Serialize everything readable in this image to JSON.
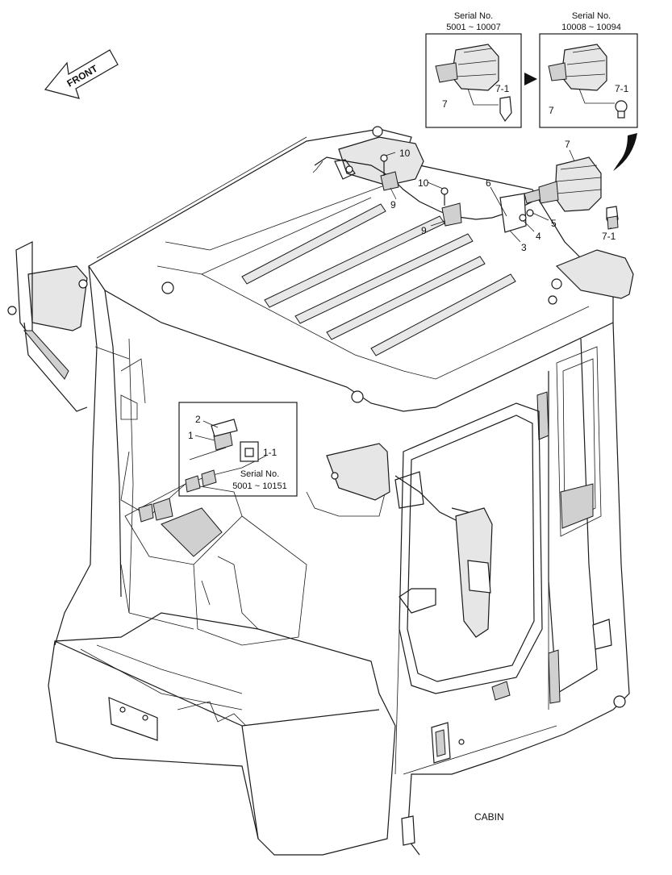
{
  "front_arrow": {
    "text": "FRONT"
  },
  "insets": {
    "left_lamp": {
      "serial_title": "Serial No.",
      "serial_range": "5001 ~ 10007",
      "label_lamp": "7",
      "label_bulb": "7-1"
    },
    "right_lamp": {
      "serial_title": "Serial No.",
      "serial_range": "10008 ~ 10094",
      "label_lamp": "7",
      "label_bulb": "7-1"
    },
    "switch_panel": {
      "label_switch": "1",
      "label_housing": "2",
      "label_bulb": "1-1",
      "serial_title": "Serial No.",
      "serial_range": "5001 ~ 10151"
    }
  },
  "callouts": {
    "c10a": "10",
    "c10b": "10",
    "c9a": "9",
    "c9b": "9",
    "c6": "6",
    "c5": "5",
    "c4": "4",
    "c3": "3",
    "c7": "7",
    "c71": "7-1"
  },
  "caption": "CABIN"
}
